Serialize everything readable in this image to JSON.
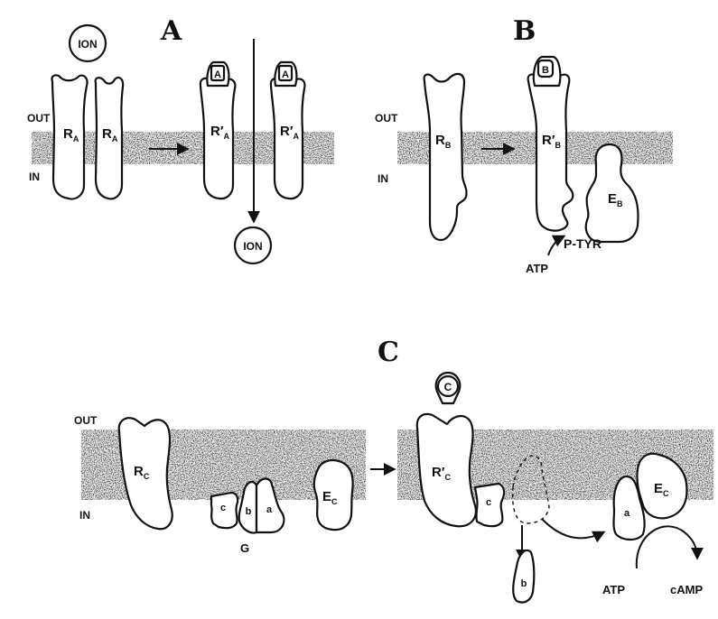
{
  "panels": {
    "a": "A",
    "b": "B",
    "c": "C"
  },
  "sides": {
    "out": "OUT",
    "in": "IN"
  },
  "panel_a": {
    "ion": "ION",
    "receptor": "R",
    "receptor_sub": "A",
    "active_receptor": "R′",
    "active_sub": "A",
    "ligand": "A"
  },
  "panel_b": {
    "receptor": "R",
    "receptor_sub": "B",
    "active_receptor": "R′",
    "active_sub": "B",
    "ligand": "B",
    "enzyme": "E",
    "enzyme_sub": "B",
    "ptyr": "P-TYR",
    "atp": "ATP"
  },
  "panel_c": {
    "receptor": "R",
    "receptor_sub": "C",
    "active_receptor": "R′",
    "active_sub": "C",
    "ligand": "C",
    "enzyme": "E",
    "enzyme_sub": "C",
    "g_label": "G",
    "sub_c": "c",
    "sub_b": "b",
    "sub_a": "a",
    "atp": "ATP",
    "camp": "cAMP"
  },
  "colors": {
    "ink": "#111111",
    "membrane": "#c8c8c8",
    "background": "#ffffff"
  }
}
